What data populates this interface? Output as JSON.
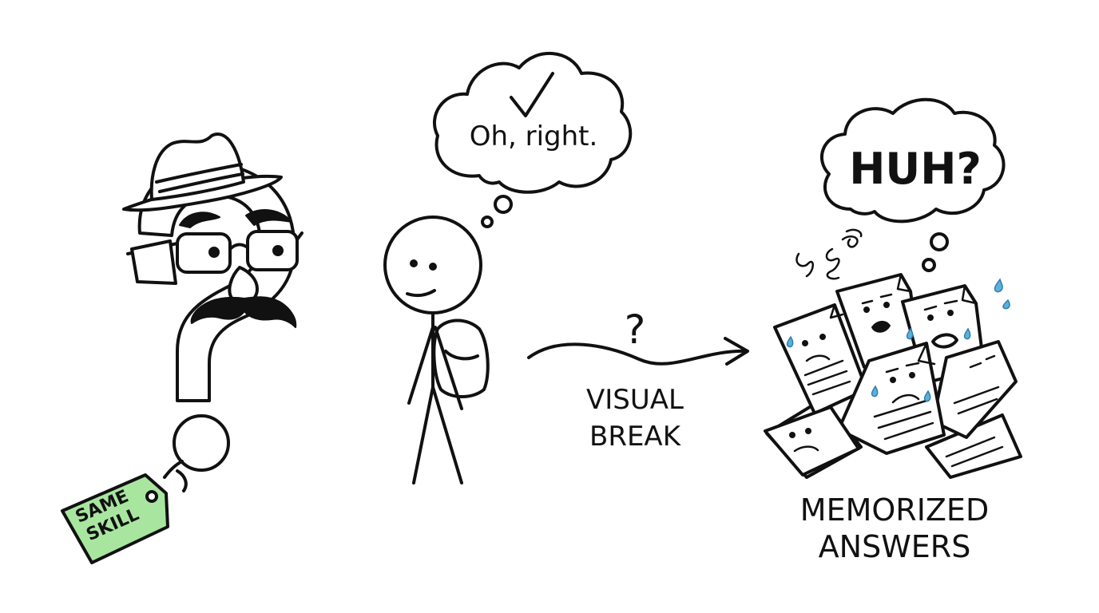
{
  "disguise": {
    "tag_line1": "SAME",
    "tag_line2": "SKILL",
    "tag_color": "#a8e6a0"
  },
  "student": {
    "thought": "Oh, right."
  },
  "transition": {
    "symbol": "?",
    "label_line1": "VISUAL",
    "label_line2": "BREAK"
  },
  "papers": {
    "thought": "HUH?",
    "label_line1": "MEMORIZED",
    "label_line2": "ANSWERS"
  },
  "colors": {
    "ink": "#111111",
    "tag": "#a8e6a0",
    "tear": "#5fb0d8"
  }
}
